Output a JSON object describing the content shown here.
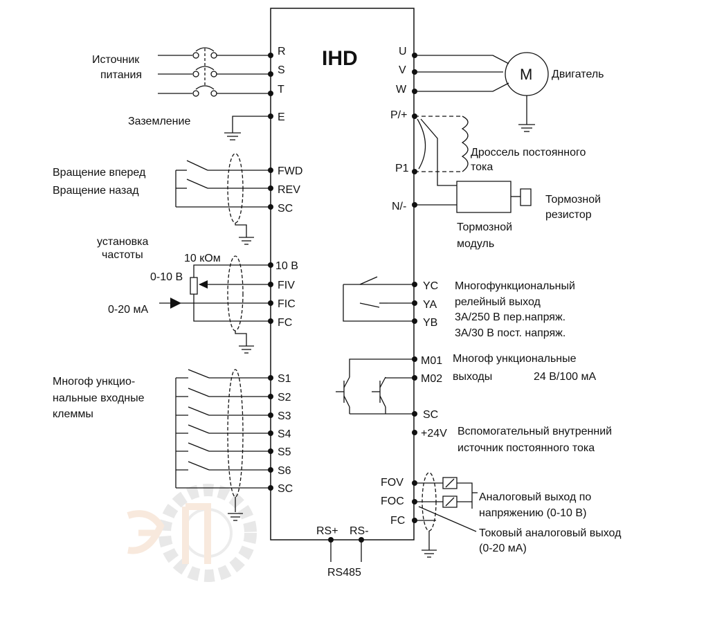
{
  "brand": "IHD",
  "left_terminals": {
    "power": [
      "R",
      "S",
      "T"
    ],
    "ground": "E",
    "direction": [
      "FWD",
      "REV",
      "SC"
    ],
    "analog": [
      "10 В",
      "FIV",
      "FIC",
      "FC"
    ],
    "inputs": [
      "S1",
      "S2",
      "S3",
      "S4",
      "S5",
      "S6",
      "SC"
    ]
  },
  "right_terminals": {
    "motor": [
      "U",
      "V",
      "W"
    ],
    "dc": [
      "P/+",
      "P1",
      "N/-"
    ],
    "relay": [
      "YC",
      "YA",
      "YB"
    ],
    "outputs": [
      "M01",
      "M02",
      "SC",
      "+24V"
    ],
    "analog_out": [
      "FOV",
      "FOC",
      "FC"
    ]
  },
  "bottom_terminals": [
    "RS+",
    "RS-"
  ],
  "labels": {
    "power_source": [
      "Источник",
      "питания"
    ],
    "ground": "Заземление",
    "forward": "Вращение вперед",
    "reverse": "Вращение назад",
    "freq_setting": [
      "установка",
      "частоты"
    ],
    "pot": "10 кОм",
    "volt_in": "0-10 В",
    "current_in": "0-20 мА",
    "multi_inputs": [
      "Многоф ункцио-",
      "нальные входные",
      "клеммы"
    ],
    "motor_symbol": "M",
    "motor": "Двигатель",
    "choke": [
      "Дроссель постоянного",
      "тока"
    ],
    "brake_resistor": [
      "Тормозной",
      "резистор"
    ],
    "brake_module": [
      "Тормозной",
      "модуль"
    ],
    "relay_desc": [
      "Многофункциональный",
      "релейный выход",
      "3А/250 В пер.напряж.",
      "3А/30 В пост. напряж."
    ],
    "outputs_desc": "Многоф ункциональные",
    "outputs_desc2": "выходы",
    "outputs_rating": "24 В/100 мА",
    "aux_supply": [
      "Вспомогательный внутренний",
      "источник постоянного тока"
    ],
    "analog_v_out": [
      "Аналоговый выход по",
      "напряжению (0-10 В)"
    ],
    "analog_i_out": [
      "Токовый аналоговый выход",
      "(0-20 мА)"
    ],
    "rs485": "RS485"
  }
}
